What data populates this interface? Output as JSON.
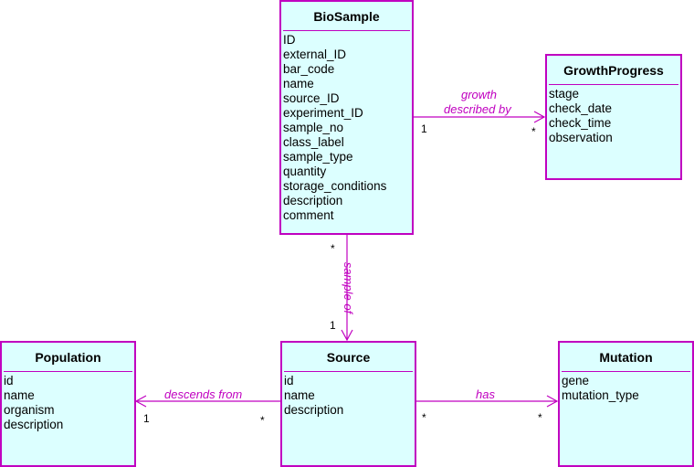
{
  "classes": {
    "biosample": {
      "name": "BioSample",
      "attributes": [
        "ID",
        "external_ID",
        "bar_code",
        "name",
        "source_ID",
        "experiment_ID",
        "sample_no",
        "class_label",
        "sample_type",
        "quantity",
        "storage_conditions",
        "description",
        "comment"
      ]
    },
    "growthprogress": {
      "name": "GrowthProgress",
      "attributes": [
        "stage",
        "check_date",
        "check_time",
        "observation"
      ]
    },
    "population": {
      "name": "Population",
      "attributes": [
        "id",
        "name",
        "organism",
        "description"
      ]
    },
    "source": {
      "name": "Source",
      "attributes": [
        "id",
        "name",
        "description"
      ]
    },
    "mutation": {
      "name": "Mutation",
      "attributes": [
        "gene",
        "mutation_type"
      ]
    }
  },
  "associations": {
    "growth": {
      "label_line1": "growth",
      "label_line2": "described by",
      "from_mult": "1",
      "to_mult": "*"
    },
    "sample_of": {
      "label": "sample of",
      "from_mult": "*",
      "to_mult": "1"
    },
    "descends_from": {
      "label": "descends from",
      "from_mult": "*",
      "to_mult": "1"
    },
    "has": {
      "label": "has",
      "from_mult": "*",
      "to_mult": "*"
    }
  },
  "colors": {
    "border": "#c000c0",
    "fill": "#dcffff",
    "label": "#c000c0"
  }
}
